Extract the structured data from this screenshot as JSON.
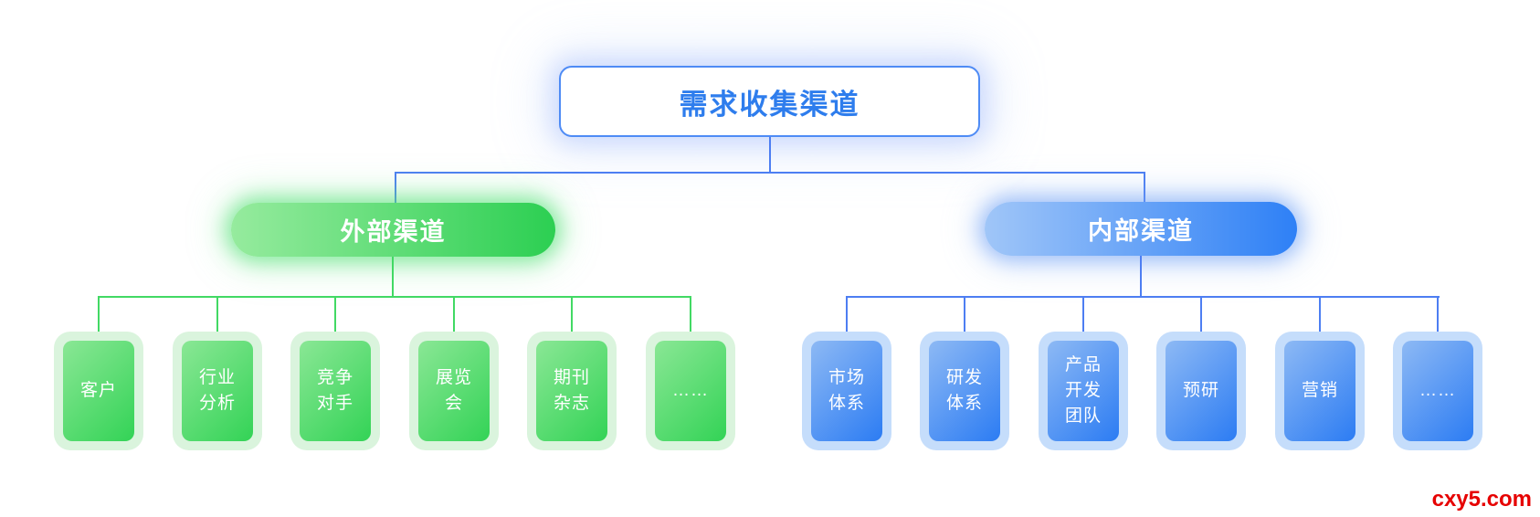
{
  "watermark": {
    "text": "cxy5.com",
    "color": "#e60000"
  },
  "colors": {
    "root_text": "#2e7ded",
    "root_border": "#4e8bf5",
    "blue_line": "#4d7ef2",
    "green_line": "#42d964",
    "green_pill_gradient": [
      "#96eb9e",
      "#2ccf52"
    ],
    "blue_pill_gradient": [
      "#a0c6f8",
      "#2e80f6"
    ],
    "green_leaf_frame": "#daf4dd",
    "green_leaf_gradient": [
      "#8ae795",
      "#33d356"
    ],
    "blue_leaf_frame": "#c5ddfb",
    "blue_leaf_gradient": [
      "#8db9f4",
      "#2c7cf3"
    ]
  },
  "tree": {
    "root": {
      "label": "需求收集渠道"
    },
    "branches": [
      {
        "id": "external",
        "label": "外部渠道",
        "theme": "green",
        "children": [
          {
            "label": "客户"
          },
          {
            "label": "行业\n分析"
          },
          {
            "label": "竞争\n对手"
          },
          {
            "label": "展览\n会"
          },
          {
            "label": "期刊\n杂志"
          },
          {
            "label": "……"
          }
        ]
      },
      {
        "id": "internal",
        "label": "内部渠道",
        "theme": "blue",
        "children": [
          {
            "label": "市场\n体系"
          },
          {
            "label": "研发\n体系"
          },
          {
            "label": "产品\n开发\n团队"
          },
          {
            "label": "预研"
          },
          {
            "label": "营销"
          },
          {
            "label": "……"
          }
        ]
      }
    ]
  }
}
